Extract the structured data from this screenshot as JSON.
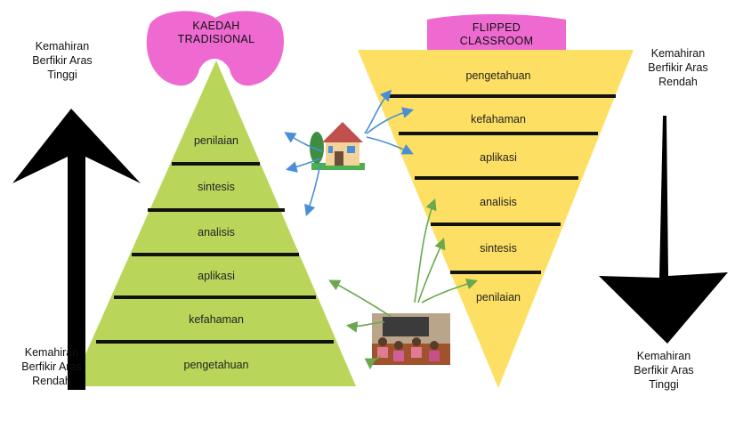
{
  "left_pyramid": {
    "title_line1": "KAEDAH",
    "title_line2": "TRADISIONAL",
    "levels": [
      "penilaian",
      "sintesis",
      "analisis",
      "aplikasi",
      "kefahaman",
      "pengetahuan"
    ],
    "fill_color": "#b9d65a",
    "header_color": "#ee6ad0"
  },
  "right_pyramid": {
    "title_line1": "FLIPPED",
    "title_line2": "CLASSROOM",
    "levels": [
      "pengetahuan",
      "kefahaman",
      "aplikasi",
      "analisis",
      "sintesis",
      "penilaian"
    ],
    "fill_color": "#fde063",
    "header_color": "#ee6ad0"
  },
  "left_arrow": {
    "top_label": [
      "Kemahiran",
      "Berfikir Aras",
      "Tinggi"
    ],
    "bottom_label": [
      "Kemahiran",
      "Berfikir Aras",
      "Rendah"
    ]
  },
  "right_arrow": {
    "top_label": [
      "Kemahiran",
      "Berfikir Aras",
      "Rendah"
    ],
    "bottom_label": [
      "Kemahiran",
      "Berfikir Aras",
      "Tinggi"
    ]
  },
  "icons": {
    "home": "house-icon",
    "classroom": "classroom-photo"
  },
  "colors": {
    "divider": "#111111",
    "home_arrows": "#4a8fd6",
    "class_arrows": "#6aa84f"
  }
}
